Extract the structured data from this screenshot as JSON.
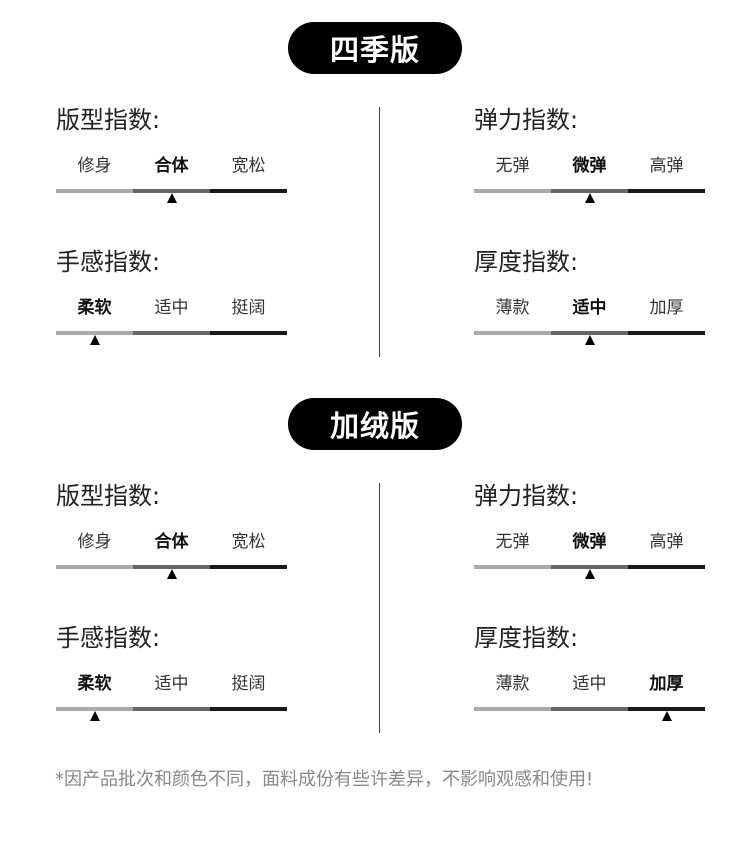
{
  "colors": {
    "seg_light": "#aaaaaa",
    "seg_mid": "#666666",
    "seg_dark": "#1a1a1a"
  },
  "sections": [
    {
      "title": "四季版",
      "meters": [
        {
          "title": "版型指数:",
          "options": [
            "修身",
            "合体",
            "宽松"
          ],
          "selected": 1
        },
        {
          "title": "弹力指数:",
          "options": [
            "无弹",
            "微弹",
            "高弹"
          ],
          "selected": 1
        },
        {
          "title": "手感指数:",
          "options": [
            "柔软",
            "适中",
            "挺阔"
          ],
          "selected": 0
        },
        {
          "title": "厚度指数:",
          "options": [
            "薄款",
            "适中",
            "加厚"
          ],
          "selected": 1
        }
      ]
    },
    {
      "title": "加绒版",
      "meters": [
        {
          "title": "版型指数:",
          "options": [
            "修身",
            "合体",
            "宽松"
          ],
          "selected": 1
        },
        {
          "title": "弹力指数:",
          "options": [
            "无弹",
            "微弹",
            "高弹"
          ],
          "selected": 1
        },
        {
          "title": "手感指数:",
          "options": [
            "柔软",
            "适中",
            "挺阔"
          ],
          "selected": 0
        },
        {
          "title": "厚度指数:",
          "options": [
            "薄款",
            "适中",
            "加厚"
          ],
          "selected": 2
        }
      ]
    }
  ],
  "note": "*因产品批次和颜色不同，面料成份有些许差异，不影响观感和使用!"
}
